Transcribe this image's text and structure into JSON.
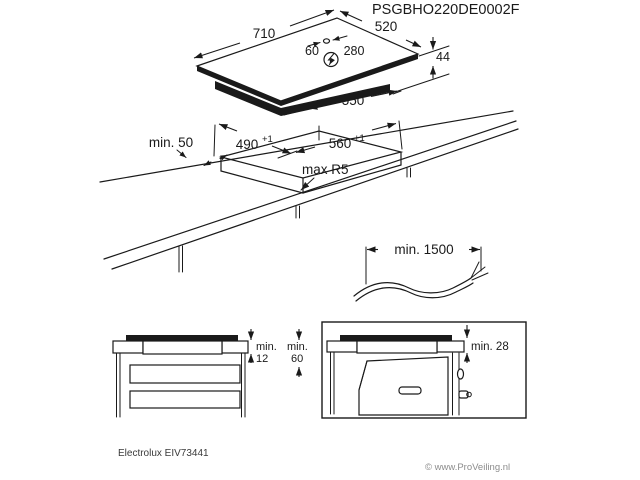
{
  "colors": {
    "ink": "#1a1a1a",
    "muted": "#8c8c8c",
    "background": "#ffffff"
  },
  "header": {
    "code": "PSGBHO220DE0002F"
  },
  "hob": {
    "width": "710",
    "depth": "520",
    "height": "44",
    "base_width": "550",
    "connection_offset_small": "60",
    "connection_offset_large": "280"
  },
  "cutout": {
    "front_clearance": "min. 50",
    "depth": "490",
    "depth_tolerance": "+1",
    "width": "560",
    "width_tolerance": "+1",
    "corner_radius": "max R5"
  },
  "cable": {
    "min_length": "min. 1500"
  },
  "drawer_section": {
    "hob_gap_label": "min.",
    "hob_gap_value": "12",
    "drawer_gap_label": "min.",
    "drawer_gap_value": "60"
  },
  "oven_section": {
    "oven_gap": "min. 28"
  },
  "footer": {
    "model": "Electrolux EIV73441",
    "copyright": "© www.ProVeiling.nl"
  }
}
